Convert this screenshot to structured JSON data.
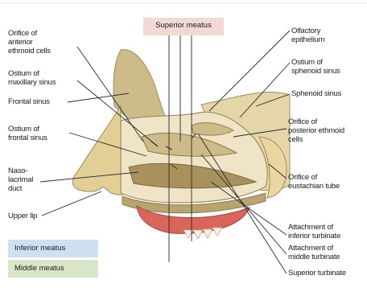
{
  "colors": {
    "bone": "#cdbb8a",
    "bone_light": "#e4d6a8",
    "bone_dark": "#a8915c",
    "cavity": "#efe4c6",
    "mucosa": "#e2cf96",
    "palate_red": "#d9655b",
    "leader_line": "#2a2a2a",
    "superior_tag": "#f3d9d4",
    "inferior_tag": "#cfe0f2",
    "middle_tag": "#d9e7c8"
  },
  "tags": {
    "superior_meatus": "Superior meatus",
    "inferior_meatus": "Inferior meatus",
    "middle_meatus": "Middle meatus"
  },
  "labels_left": [
    "Orifice of\nanterior\nethmoid cells",
    "Ostium of\nmaxillary sinus",
    "Frontal sinus",
    "Ostium of\nfrontal sinus",
    "Naso-\nlacrimal\nduct",
    "Upper lip"
  ],
  "labels_right": [
    "Olfactory\nepithelium",
    "Ostium of\nsphenoid sinus",
    "Sphenoid sinus",
    "Orifice of\nposterior ethmoid\ncells",
    "Orifice of\neustachian tube",
    "Attachment of\ninferior turbinate",
    "Attachment of\nmiddle turbinate",
    "Superior turbinate"
  ]
}
